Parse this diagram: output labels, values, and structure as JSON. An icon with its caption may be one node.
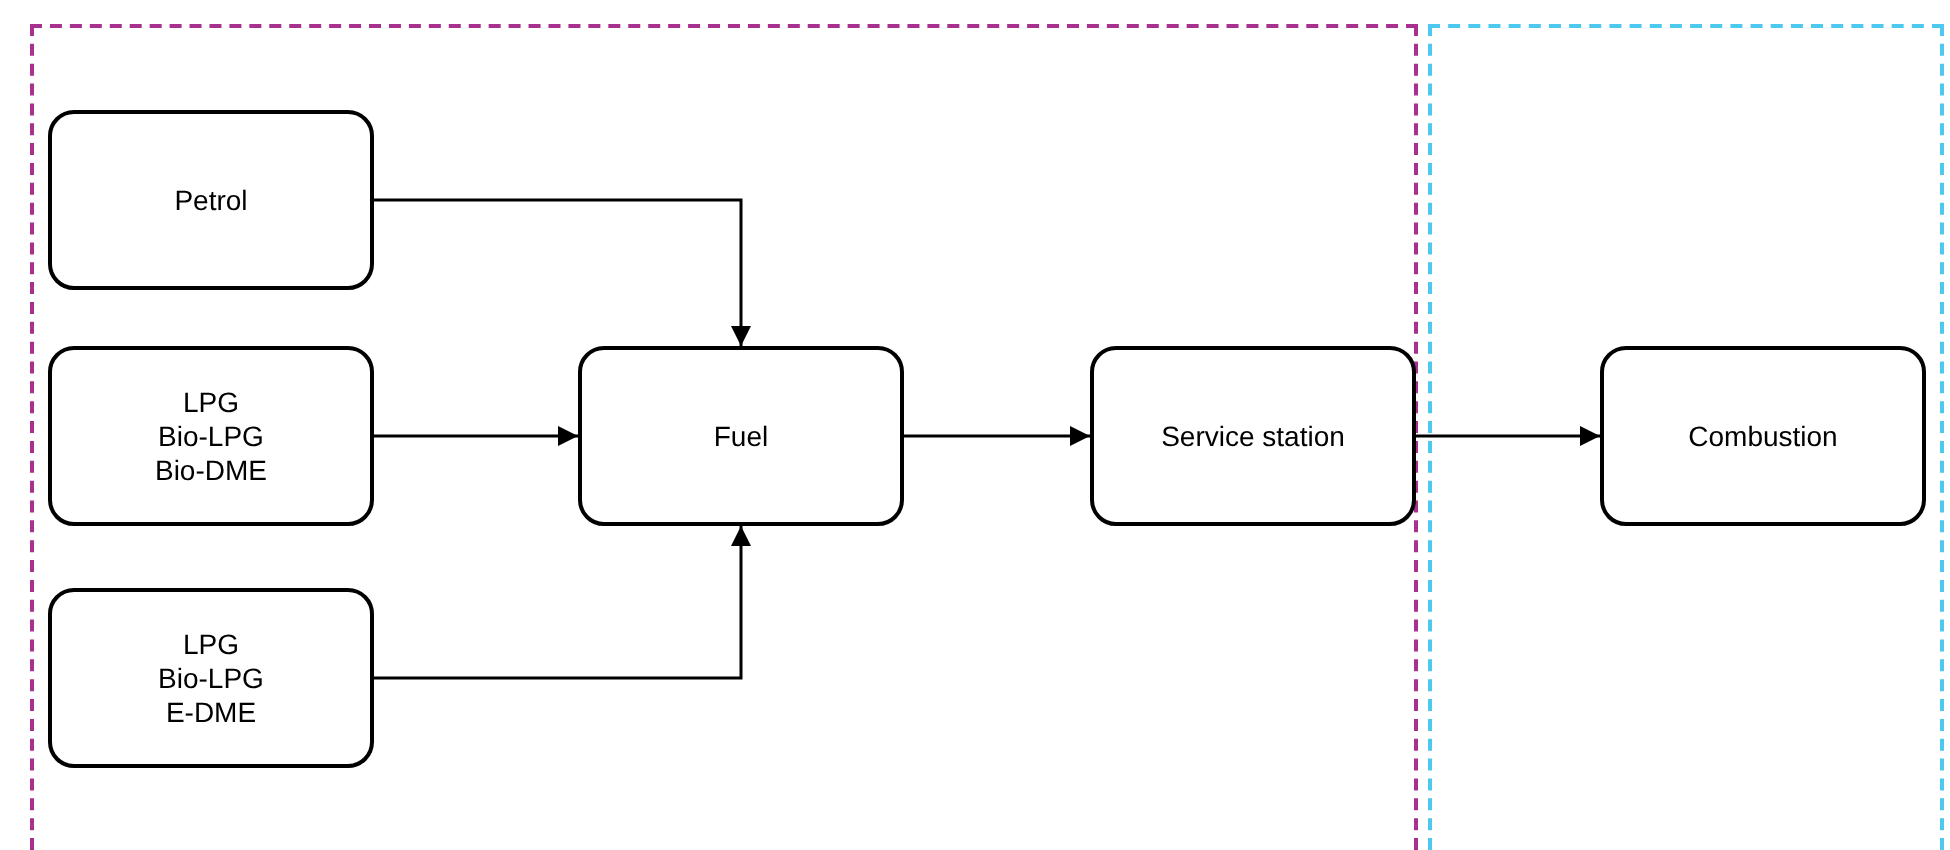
{
  "diagram": {
    "nodes": [
      {
        "text": [],
        "shape": "box"
      },
      {
        "text": [
          "Petrol"
        ],
        "in": 0
      },
      {
        "text": [
          "LPG",
          "Bio-LPG",
          "Bio-DME"
        ],
        "in": 0
      },
      {
        "text": [
          "LPG",
          "Bio-LPG",
          "E-DME"
        ],
        "in": 0
      },
      {
        "text": [
          "Fuel"
        ],
        "in": 0
      },
      {
        "text": [
          "Service station"
        ],
        "in": 0
      },
      {
        "text": [],
        "shape": "box"
      },
      {
        "text": [
          "Combustion"
        ],
        "in": 6
      }
    ],
    "edges": [
      {
        "from": 1,
        "to": 4,
        "arrow": "to"
      },
      {
        "from": 2,
        "to": 4,
        "arrow": "to"
      },
      {
        "from": 3,
        "to": 4,
        "arrow": "to"
      },
      {
        "from": 4,
        "to": 5,
        "arrow": "to"
      },
      {
        "from": 5,
        "to": 7,
        "arrow": "to"
      }
    ]
  }
}
